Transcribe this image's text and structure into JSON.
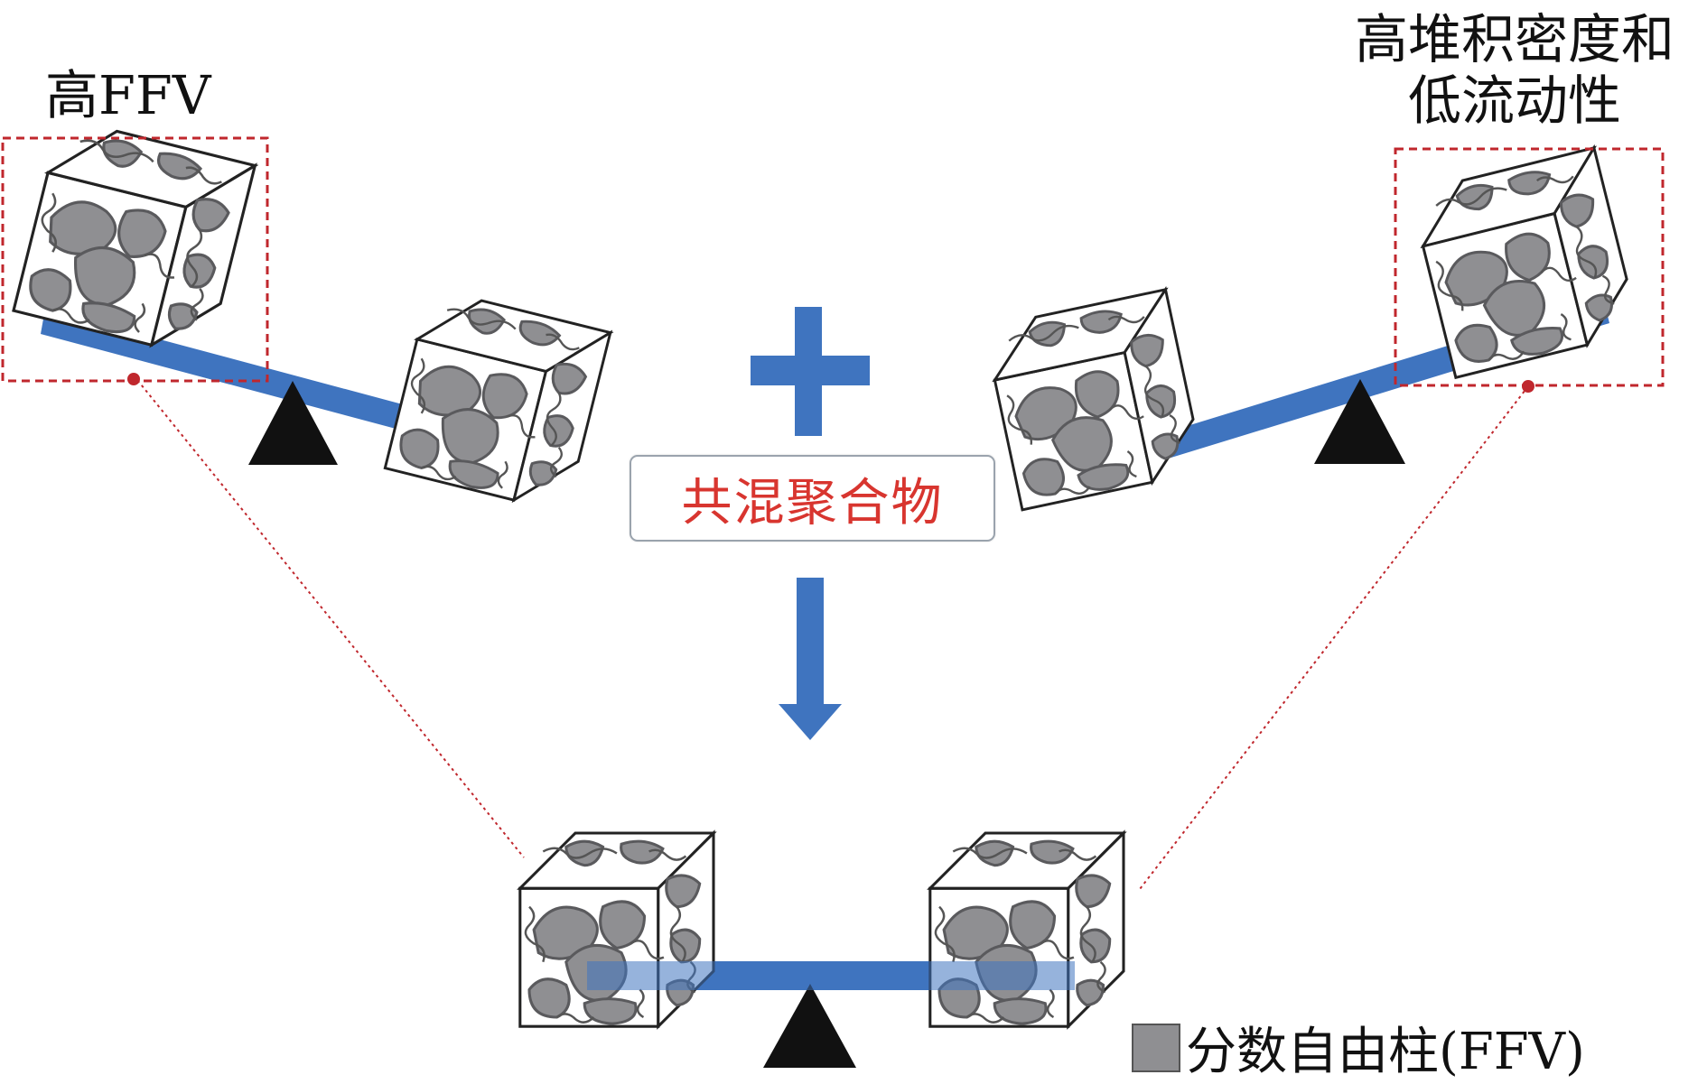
{
  "labels": {
    "high_ffv": "高FFV",
    "high_density_line1": "高堆积密度和",
    "high_density_line2": "低流动性",
    "blend": "共混聚合物"
  },
  "legend": {
    "label": "分数自由柱(FFV)",
    "swatch_color": "#8f8f92"
  },
  "colors": {
    "beam": "#3f74bf",
    "fulcrum": "#111111",
    "highlight_box": "#c0272d",
    "arrow": "#3f74bf",
    "blend_text": "#d8352f"
  },
  "icons": [
    "plus-icon",
    "down-arrow-icon",
    "fulcrum-icon",
    "polymer-cube-icon"
  ]
}
